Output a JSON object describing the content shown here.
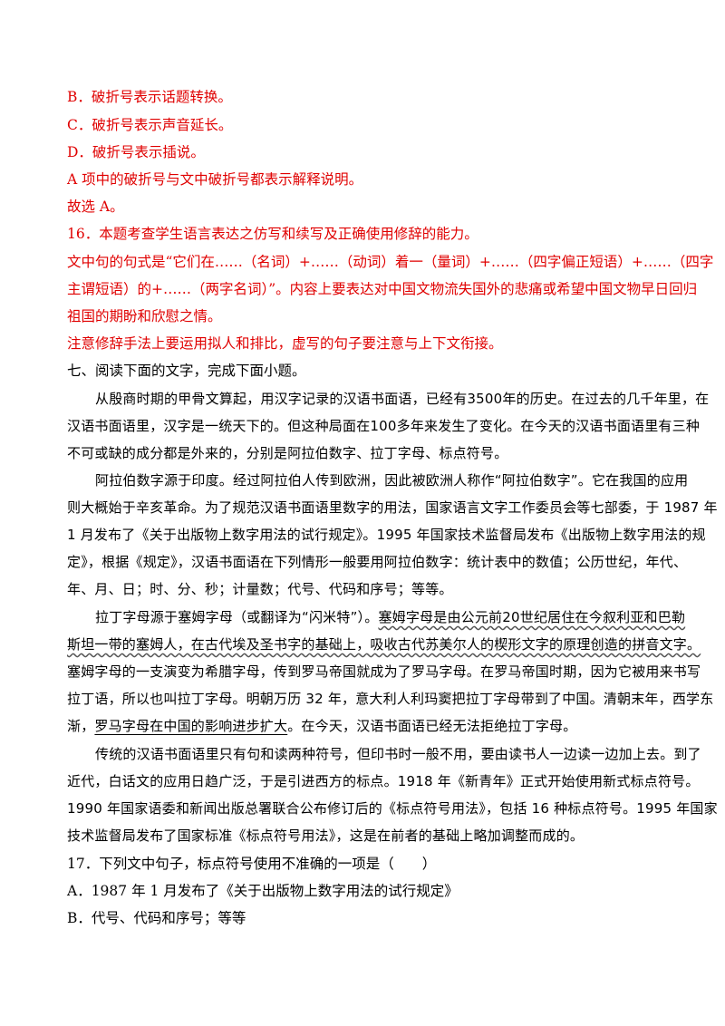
{
  "answers": {
    "b": "B．破折号表示话题转换。",
    "c": "C．破折号表示声音延长。",
    "d": "D．破折号表示插说。",
    "explain": "A 项中的破折号与文中破折号都表示解释说明。",
    "conclusion": "故选 A。",
    "q16_head": "16．本题考查学生语言表达之仿写和续写及正确使用修辞的能力。",
    "q16_line1": "文中句的句式是“它们在……（名词）+……（动词）着一（量词）+……（四字偏正短语）+……（四字",
    "q16_line2": "主谓短语）的+……（两字名词）”。内容上要表达对中国文物流失国外的悲痛或希望中国文物早日回归",
    "q16_line3": "祖国的期盼和欣慰之情。",
    "q16_note": "注意修辞手法上要运用拟人和排比，虚写的句子要注意与上下文衔接。"
  },
  "section7": {
    "heading": "七、阅读下面的文字，完成下面小题。"
  },
  "passage": {
    "p1_l1": "从殷商时期的甲骨文算起，用汉字记录的汉语书面语，已经有3500年的历史。在过去的几千年里，在",
    "p1_l2": "汉语书面语里，汉字是一统天下的。但这种局面在100多年来发生了变化。在今天的汉语书面语里有三种",
    "p1_l3": "不可或缺的成分都是外来的，分别是阿拉伯数字、拉丁字母、标点符号。",
    "p2_l1": "阿拉伯数字源于印度。经过阿拉伯人传到欧洲，因此被欧洲人称作“阿拉伯数字”。它在我国的应用",
    "p2_l2": "则大概始于辛亥革命。为了规范汉语书面语里数字的用法，国家语言文字工作委员会等七部委，于 1987 年",
    "p2_l3": "1 月发布了《关于出版物上数字用法的试行规定》。1995 年国家技术监督局发布《出版物上数字用法的规",
    "p2_l4": "定》，根据《规定》，汉语书面语在下列情形一般要用阿拉伯数字：统计表中的数值；公历世纪，年代、",
    "p2_l5": "年、月、日；时、分、秒；计量数；代号、代码和序号；等等。",
    "p3_l1_a": "拉丁字母源于塞姆字母（或翻译为“闪米特”）。",
    "p3_l1_b": "塞姆字母是由公元前20世纪居住在今叙利亚和巴勒",
    "p3_l2": "斯坦一带的塞姆人，在古代埃及圣书字的基础上，吸收古代苏美尔人的楔形文字的原理创造的拼音文字。",
    "p3_l3": "塞姆字母的一支演变为希腊字母，传到罗马帝国就成为了罗马字母。在罗马帝国时期，因为它被用来书写",
    "p3_l4": "拉丁语，所以也叫拉丁字母。明朝万历 32 年，意大利人利玛窦把拉丁字母带到了中国。清朝末年，西学东",
    "p3_l5_a": "渐，",
    "p3_l5_b": "罗马字母在中国的影响进步扩大",
    "p3_l5_c": "。在今天，汉语书面语已经无法拒绝拉丁字母。",
    "p4_l1": "传统的汉语书面语里只有句和读两种符号，但印书时一般不用，要由读书人一边读一边加上去。到了",
    "p4_l2": "近代，白话文的应用日趋广泛，于是引进西方的标点。1918 年《新青年》正式开始使用新式标点符号。",
    "p4_l3": "1990 年国家语委和新闻出版总署联合公布修订后的《标点符号用法》，包括 16 种标点符号。1995 年国家",
    "p4_l4": "技术监督局发布了国家标准《标点符号用法》，这是在前者的基础上略加调整而成的。"
  },
  "q17": {
    "stem": "17．下列文中句子，标点符号使用不准确的一项是（　　）",
    "option_a": "A．1987 年 1 月发布了《关于出版物上数字用法的试行规定》",
    "option_b": "B．代号、代码和序号；等等"
  }
}
